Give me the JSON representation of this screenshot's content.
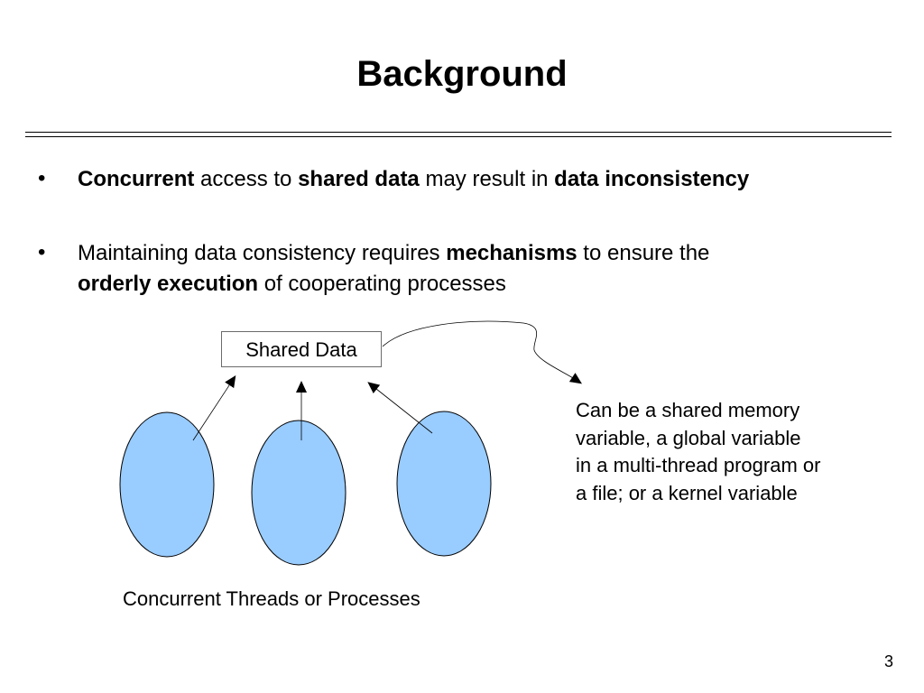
{
  "slide": {
    "title": "Background",
    "page_number": "3"
  },
  "bullets": [
    {
      "marker": "•",
      "parts": [
        {
          "text": "Concurrent",
          "bold": true
        },
        {
          "text": " access to ",
          "bold": false
        },
        {
          "text": "shared data",
          "bold": true
        },
        {
          "text": " may result in ",
          "bold": false
        },
        {
          "text": "data inconsistency",
          "bold": true
        }
      ]
    },
    {
      "marker": "•",
      "parts": [
        {
          "text": "Maintaining data consistency requires ",
          "bold": false
        },
        {
          "text": "mechanisms",
          "bold": true
        },
        {
          "text": " to ensure the ",
          "bold": false
        },
        {
          "text": "orderly execution",
          "bold": true
        },
        {
          "text": " of cooperating processes",
          "bold": false
        }
      ]
    }
  ],
  "diagram": {
    "shared_box_label": "Shared Data",
    "callout_lines": [
      "Can be a shared memory",
      "variable, a global variable",
      "in a multi-thread program or",
      "a file; or a kernel variable"
    ],
    "caption": "Concurrent Threads or Processes",
    "ellipse_fill": "#99ccff",
    "ellipse_stroke": "#000000",
    "process_count": 3
  }
}
